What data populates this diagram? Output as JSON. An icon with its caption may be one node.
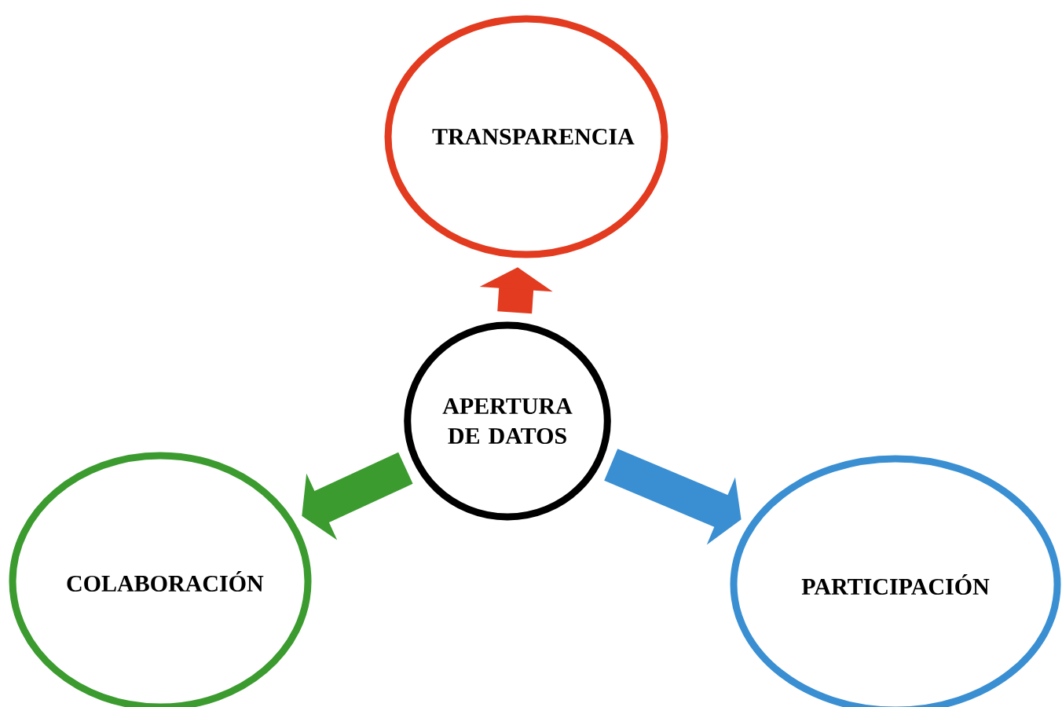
{
  "diagram": {
    "nodes": [
      {
        "text": [
          "APERTURA DE DATOS"
        ]
      },
      {
        "text": [
          "TRANSPARENCIA"
        ]
      },
      {
        "text": [
          "COLABORACIÓN"
        ]
      },
      {
        "text": [
          "PARTICIPACIÓN"
        ]
      }
    ],
    "edges": [
      {
        "from": 0,
        "to": 1,
        "arrow": "to",
        "color": "#e23b1f"
      },
      {
        "from": 0,
        "to": 2,
        "arrow": "to",
        "color": "#3b9b2f"
      },
      {
        "from": 0,
        "to": 3,
        "arrow": "to",
        "color": "#3a8fd2"
      }
    ]
  }
}
